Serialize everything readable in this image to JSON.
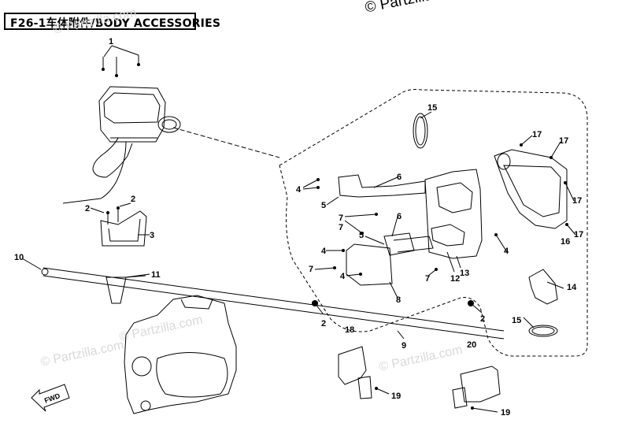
{
  "header": {
    "title": "F26-1车体附件/BODY ACCESSORIES",
    "copyright": "© Partzilla.com"
  },
  "watermarks": [
    "© Partzilla.com",
    "© Partzilla.com",
    "© Partzilla.com",
    "© Partzilla.com"
  ],
  "fwd_label": "FWD",
  "callouts": {
    "c1": "1",
    "c2a": "2",
    "c2b": "2",
    "c3": "3",
    "c10": "10",
    "c11": "11",
    "c15a": "15",
    "c17a": "17",
    "c17b": "17",
    "c17c": "17",
    "c17d": "17",
    "c6a": "6",
    "c6b": "6",
    "c4a": "4",
    "c4b": "4",
    "c4c": "4",
    "c4d": "4",
    "c5a": "5",
    "c5b": "5",
    "c7a": "7",
    "c7b": "7",
    "c7c": "7",
    "c7d": "7",
    "c16": "16",
    "c12": "12",
    "c13": "13",
    "c14": "14",
    "c8": "8",
    "c2c": "2",
    "c2d": "2",
    "c15b": "15",
    "c9": "9",
    "c18": "18",
    "c19a": "19",
    "c20": "20",
    "c19b": "19"
  }
}
